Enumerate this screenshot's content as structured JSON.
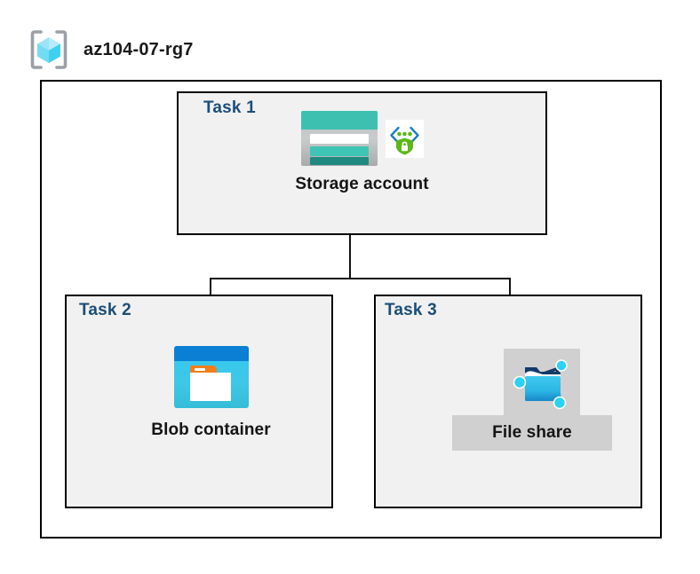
{
  "diagram": {
    "type": "azure-architecture",
    "header": {
      "icon": "resource-group-icon",
      "title": "az104-07-rg7"
    },
    "container": {
      "name": "resource-group-boundary"
    },
    "tasks": [
      {
        "id": "task1",
        "label": "Task 1",
        "node": {
          "caption": "Storage account",
          "icons": [
            "storage-account-icon",
            "secure-endpoint-shield-icon"
          ],
          "highlighted": false
        }
      },
      {
        "id": "task2",
        "label": "Task 2",
        "node": {
          "caption": "Blob container",
          "icons": [
            "blob-container-icon"
          ],
          "highlighted": false
        }
      },
      {
        "id": "task3",
        "label": "Task 3",
        "node": {
          "caption": "File share",
          "icons": [
            "file-share-icon"
          ],
          "highlighted": true
        }
      }
    ],
    "connectors": [
      {
        "from": "task1",
        "to": "task2"
      },
      {
        "from": "task1",
        "to": "task3"
      }
    ],
    "colors": {
      "task_label": "#1b4e78",
      "box_border": "#000000",
      "box_fill": "#f1f1f1",
      "page_background": "#ffffff",
      "connector": "#121212",
      "highlight": "#d0d0d0",
      "storage_teal": "#3ec0b0",
      "blob_blue": "#0a7fd4",
      "blob_cyan": "#32c8f0",
      "blob_orange": "#f07f1a",
      "shield_green": "#5cb817",
      "bracket_blue": "#1b7ec4"
    }
  }
}
